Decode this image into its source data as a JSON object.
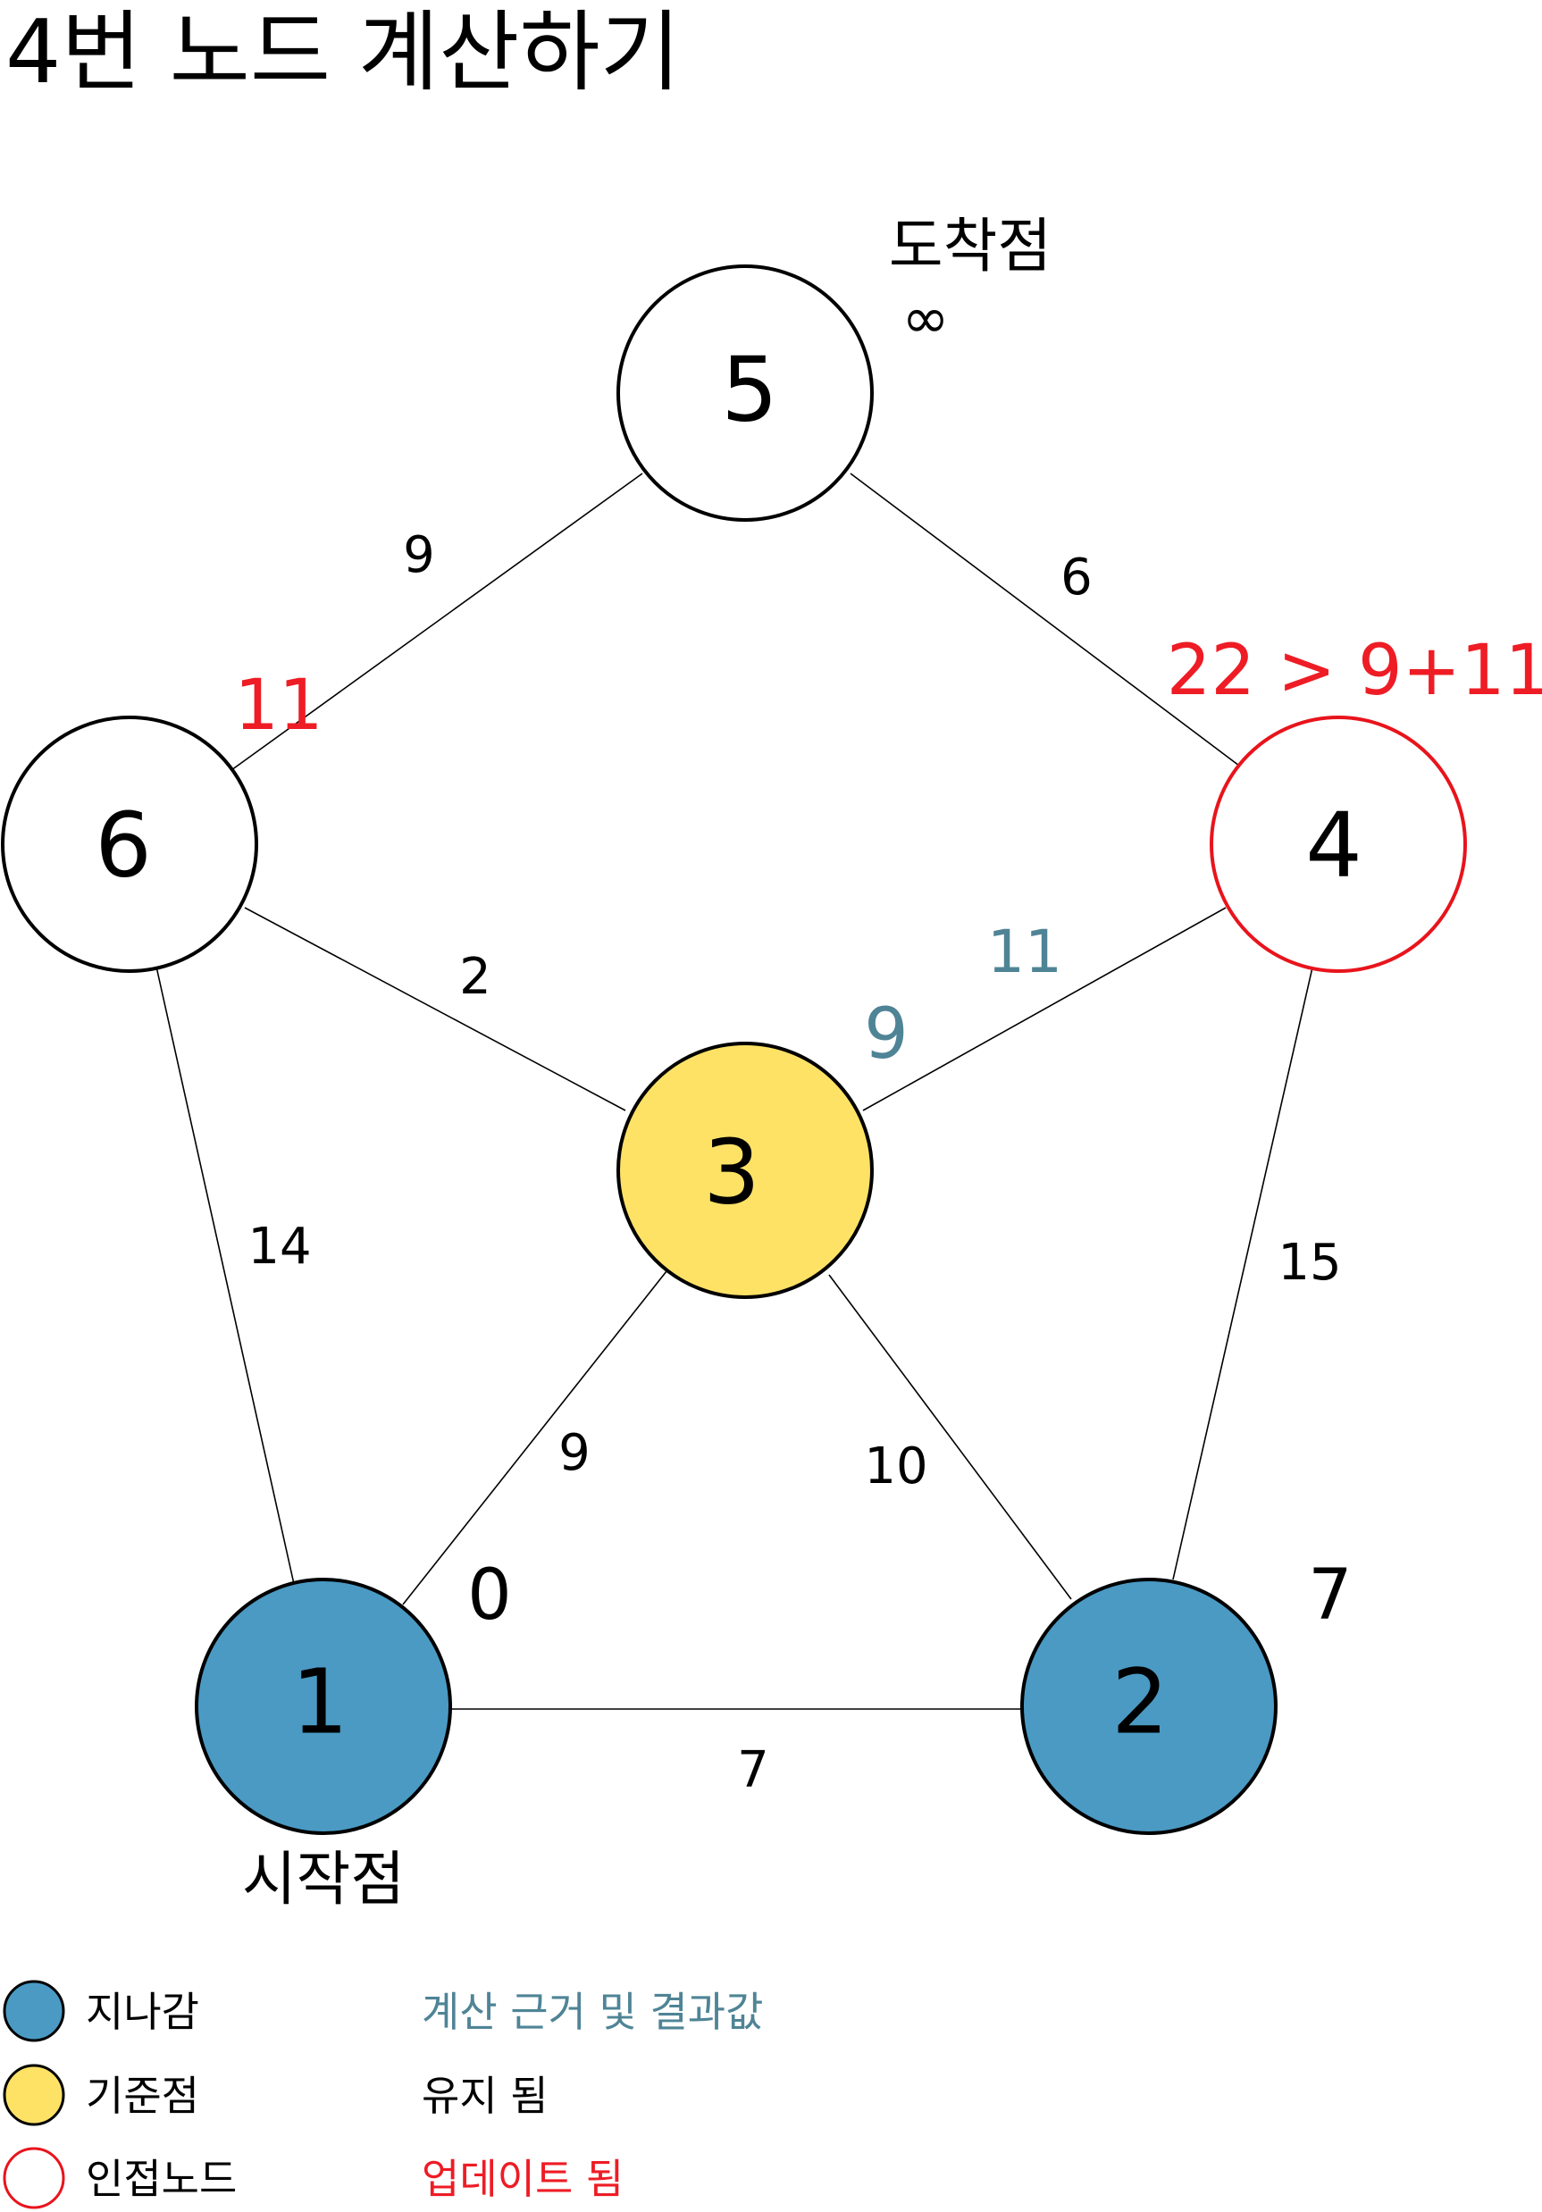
{
  "title": "4번 노드 계산하기",
  "colors": {
    "visited": "#4a9ac4",
    "current": "#fde266",
    "adjacent_stroke": "#e8141c",
    "calc_text": "#4f8496",
    "update_text": "#ee1c25",
    "edge": "#000000"
  },
  "nodes": {
    "n1": {
      "label": "1",
      "value": "0",
      "caption": "시작점",
      "state": "visited"
    },
    "n2": {
      "label": "2",
      "value": "7",
      "state": "visited"
    },
    "n3": {
      "label": "3",
      "value": "9",
      "state": "current"
    },
    "n4": {
      "label": "4",
      "value": "22 > 9+11",
      "state": "adjacent"
    },
    "n5": {
      "label": "5",
      "value": "∞",
      "caption": "도착점",
      "state": "none"
    },
    "n6": {
      "label": "6",
      "value": "11",
      "state": "none"
    }
  },
  "edges": {
    "e1_2": {
      "from": "1",
      "to": "2",
      "weight": "7"
    },
    "e1_3": {
      "from": "1",
      "to": "3",
      "weight": "9"
    },
    "e1_6": {
      "from": "1",
      "to": "6",
      "weight": "14"
    },
    "e2_3": {
      "from": "2",
      "to": "3",
      "weight": "10"
    },
    "e2_4": {
      "from": "2",
      "to": "4",
      "weight": "15"
    },
    "e3_4": {
      "from": "3",
      "to": "4",
      "weight": "11"
    },
    "e3_6": {
      "from": "3",
      "to": "6",
      "weight": "2"
    },
    "e4_5": {
      "from": "4",
      "to": "5",
      "weight": "6"
    },
    "e5_6": {
      "from": "5",
      "to": "6",
      "weight": "9"
    }
  },
  "legend": {
    "visited": "지나감",
    "current": "기준점",
    "adjacent": "인접노드",
    "calc": "계산 근거 및 결과값",
    "kept": "유지 됨",
    "updated": "업데이트 됨"
  }
}
